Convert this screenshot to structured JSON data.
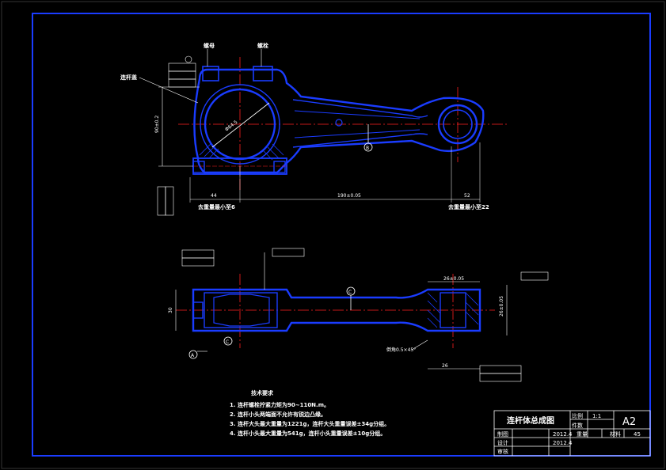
{
  "colors": {
    "background": "#000000",
    "part_outline": "#1a3cff",
    "centerline": "#ff2020",
    "dimension": "#ffffff",
    "border": "#1a3cff",
    "leader": "#ffffff"
  },
  "labels": {
    "rod_cap": "连杆盖",
    "nut": "螺母",
    "bolt": "螺栓"
  },
  "dimensions": {
    "big_end_dia": "Φ64.5",
    "center_distance": "190±0.05",
    "left_offset": "44",
    "right_offset": "52",
    "height_left": "90±0.2",
    "width_small": "26±0.05",
    "width_big": "26±0.05",
    "small_end_width": "26",
    "big_end_height": "30"
  },
  "notes": {
    "left_weight": "去重量最小至6",
    "right_weight": "去重量最小至22",
    "chamfer": "倒角0.5×45°"
  },
  "tech_requirements": {
    "title": "技术要求",
    "items": [
      "1. 连杆螺栓拧紧力矩为90~110N.m。",
      "2. 连杆小头两端面不允许有锐边凸缘。",
      "3. 连杆大头最大重量为1221g，连杆大头重量误差±34g分组。",
      "4. 连杆小头最大重量为541g，连杆小头重量误差±10g分组。"
    ]
  },
  "title_block": {
    "drawing_title": "连杆体总成图",
    "scale_label": "比例",
    "scale_value": "1:1",
    "quantity_label": "件数",
    "weight_label": "重量",
    "material_label": "材料",
    "material_value": "45",
    "sheet_size": "A2",
    "drawn_label": "制图",
    "drawn_date": "2012.4",
    "design_label": "设计",
    "design_date": "2012.4",
    "check_label": "审核"
  }
}
